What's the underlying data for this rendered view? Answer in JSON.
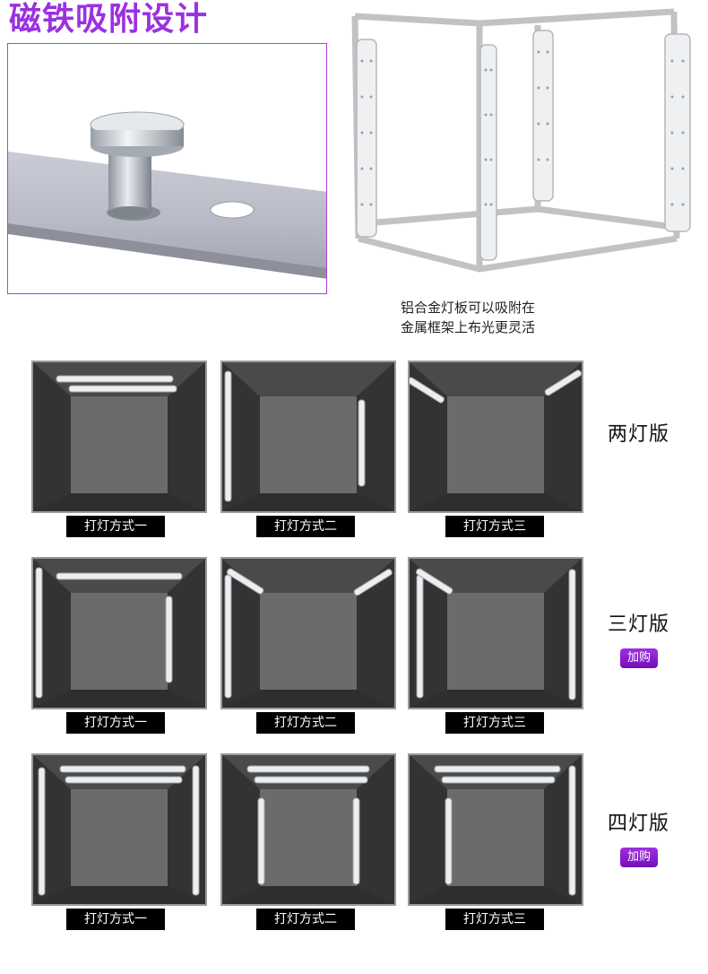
{
  "header": {
    "title": "磁铁吸附设计"
  },
  "caption": {
    "line1": "铝合金灯板可以吸附在",
    "line2": "金属框架上布光更灵活"
  },
  "rows": [
    {
      "title": "两灯版",
      "tiles": [
        {
          "label": "打灯方式一"
        },
        {
          "label": "打灯方式二"
        },
        {
          "label": "打灯方式三"
        }
      ]
    },
    {
      "title": "三灯版",
      "addon": "加购",
      "tiles": [
        {
          "label": "打灯方式一"
        },
        {
          "label": "打灯方式二"
        },
        {
          "label": "打灯方式三"
        }
      ]
    },
    {
      "title": "四灯版",
      "addon": "加购",
      "tiles": [
        {
          "label": "打灯方式一"
        },
        {
          "label": "打灯方式二"
        },
        {
          "label": "打灯方式三"
        }
      ]
    }
  ],
  "colors": {
    "accent": "#9b30e0",
    "tile_bg": "#3a3a3a",
    "label_bg": "#000000"
  }
}
